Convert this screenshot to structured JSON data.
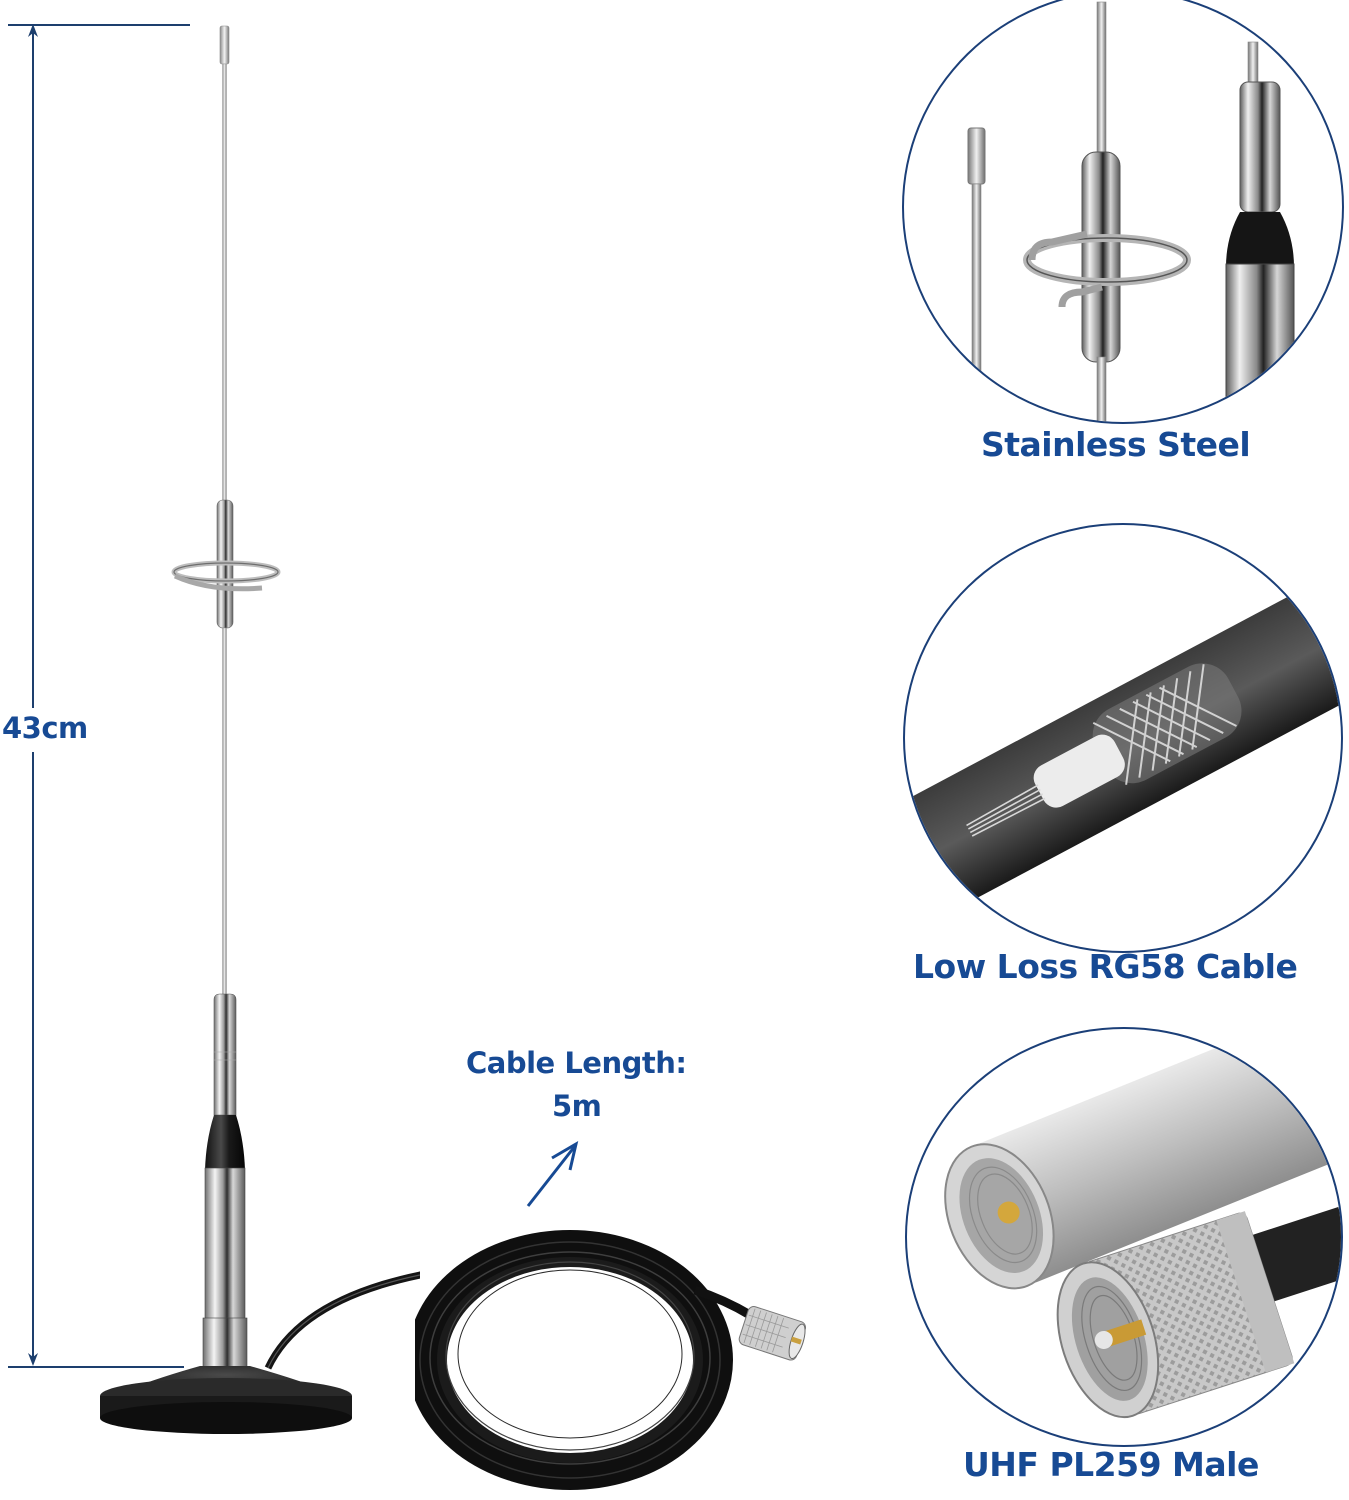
{
  "dimension": {
    "height_label": "43cm",
    "line_color": "#1d3f6e"
  },
  "cable": {
    "length_title": "Cable Length:",
    "length_value": "5m"
  },
  "features": [
    {
      "label": "Stainless Steel",
      "icon": "stainless-steel-detail"
    },
    {
      "label": "Low Loss RG58 Cable",
      "icon": "coax-cable-cutaway"
    },
    {
      "label": "UHF PL259 Male",
      "icon": "pl259-connector"
    }
  ],
  "colors": {
    "accent": "#174a94",
    "circle_border": "#1b3f78",
    "background": "#ffffff"
  }
}
